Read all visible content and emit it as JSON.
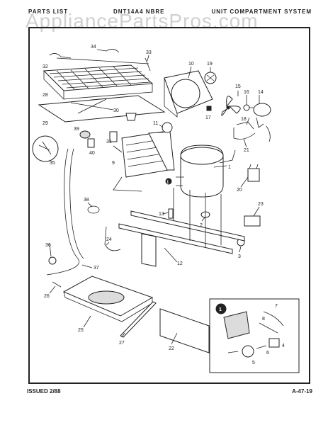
{
  "header": {
    "left": "PARTS LIST",
    "mid": "DNT14A4 NBRE",
    "right": "UNIT COMPARTMENT SYSTEM"
  },
  "watermark": "AppliancePartsPros.com",
  "footer": {
    "issued": "ISSUED 2/88",
    "page": "A-47-19"
  },
  "part_labels": [
    "34",
    "33",
    "32",
    "28",
    "29",
    "30",
    "31",
    "35",
    "39",
    "40",
    "9",
    "10",
    "19",
    "17",
    "15",
    "16",
    "14",
    "18",
    "21",
    "11",
    "1",
    "38",
    "36",
    "37",
    "24",
    "13",
    "2",
    "12",
    "20",
    "23",
    "3",
    "26",
    "25",
    "27",
    "22",
    "7",
    "8",
    "4",
    "6",
    "5"
  ],
  "inset_marker": "1"
}
